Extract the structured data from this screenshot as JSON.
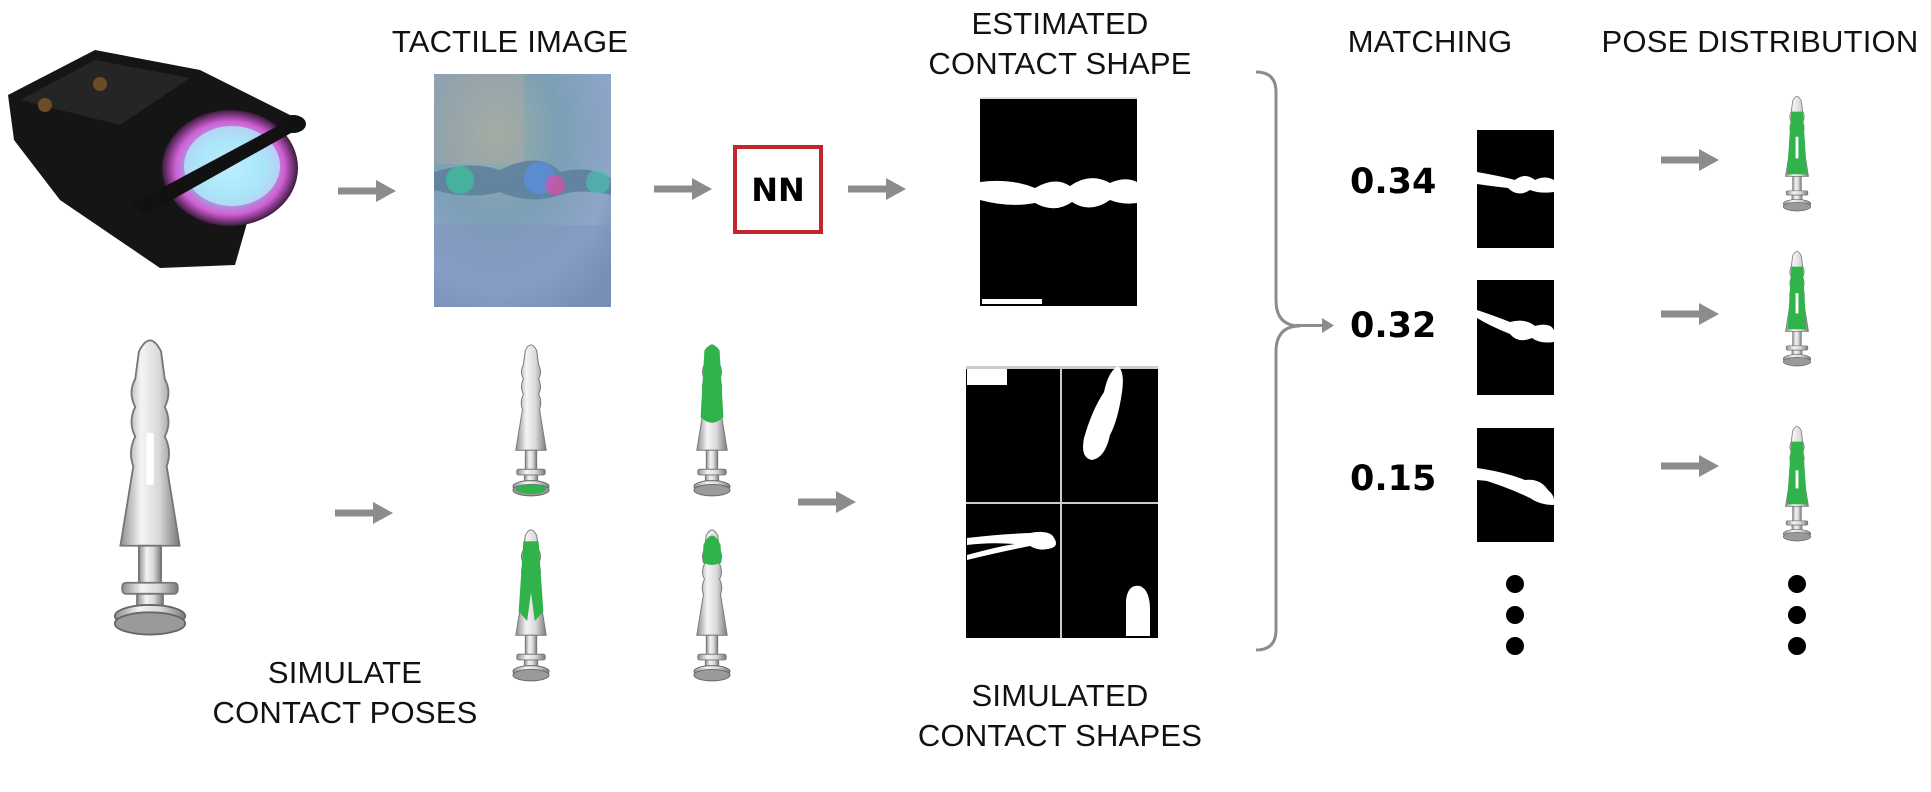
{
  "labels": {
    "tactile_image": "TACTILE IMAGE",
    "estimated_line1": "ESTIMATED",
    "estimated_line2": "CONTACT SHAPE",
    "matching": "MATCHING",
    "pose_distribution": "POSE DISTRIBUTION",
    "simulate_line1": "SIMULATE",
    "simulate_line2": "CONTACT POSES",
    "simulated_line1": "SIMULATED",
    "simulated_line2": "CONTACT SHAPES"
  },
  "nn_block": "NN",
  "scores": [
    "0.34",
    "0.32",
    "0.15"
  ],
  "colors": {
    "arrow": "#8c8c8c",
    "nn_border": "#c0272d",
    "contact_green": "#2fb34a",
    "object_gray": "#cfcfcf"
  }
}
